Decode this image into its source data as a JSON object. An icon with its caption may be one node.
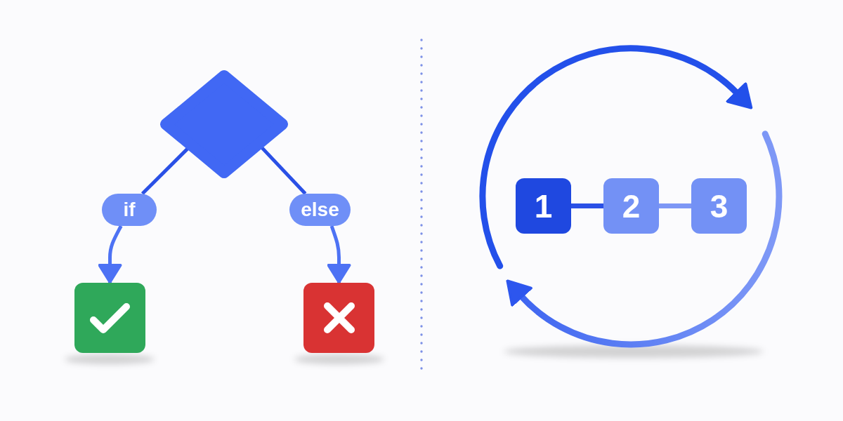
{
  "diagram": {
    "nodes": [
      {
        "text": [],
        "shape": "diamond"
      },
      {
        "text": [
          "if"
        ]
      },
      {
        "text": [
          "else"
        ]
      },
      {
        "text": [],
        "shape": "box"
      },
      {
        "text": [],
        "shape": "box"
      },
      {
        "text": [
          "1"
        ]
      },
      {
        "text": [
          "2"
        ]
      },
      {
        "text": [
          "3"
        ]
      }
    ],
    "edges": [
      {
        "from": 0,
        "to": 1,
        "arrow": "none"
      },
      {
        "from": 0,
        "to": 2,
        "arrow": "none"
      },
      {
        "from": 1,
        "to": 3,
        "arrow": "to",
        "color": "#4d72f4"
      },
      {
        "from": 2,
        "to": 4,
        "arrow": "to",
        "color": "#4d72f4"
      },
      {
        "from": 5,
        "to": 6,
        "arrow": "none"
      },
      {
        "from": 6,
        "to": 7,
        "arrow": "none",
        "color": "#7d97f5"
      }
    ]
  }
}
